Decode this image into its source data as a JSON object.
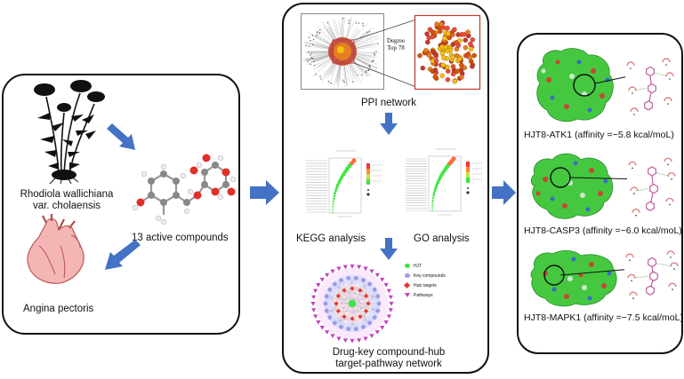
{
  "left_panel": {
    "plant_label_line1": "Rhodiola wallichiana",
    "plant_label_line2": "var. cholaensis",
    "compounds_label": "13 active compounds",
    "disease_label": "Angina pectoris"
  },
  "mid_panel": {
    "ppi_label": "PPI network",
    "zoom_label_line1": "Degree",
    "zoom_label_line2": "Top 78",
    "kegg_label": "KEGG analysis",
    "go_label": "GO analysis",
    "network_label_line1": "Drug-key compound-hub",
    "network_label_line2": "target-pathway network",
    "legend_items": [
      "HJT",
      "Key compounds",
      "Hub targets",
      "Pathways"
    ]
  },
  "right_panel": {
    "docking": [
      {
        "label": "HJT8-ATK1 (affinity =−5.8 kcal/moL)"
      },
      {
        "label": "HJT8-CASP3 (affinity =−6.0 kcal/moL)"
      },
      {
        "label": "HJT8-MAPK1 (affinity =−7.5 kcal/moL)"
      }
    ]
  },
  "colors": {
    "arrow_blue": "#4472c4",
    "enrich_green": "#3ee63e",
    "protein_green": "#45c840",
    "heart_pink": "#f4b6b4"
  }
}
